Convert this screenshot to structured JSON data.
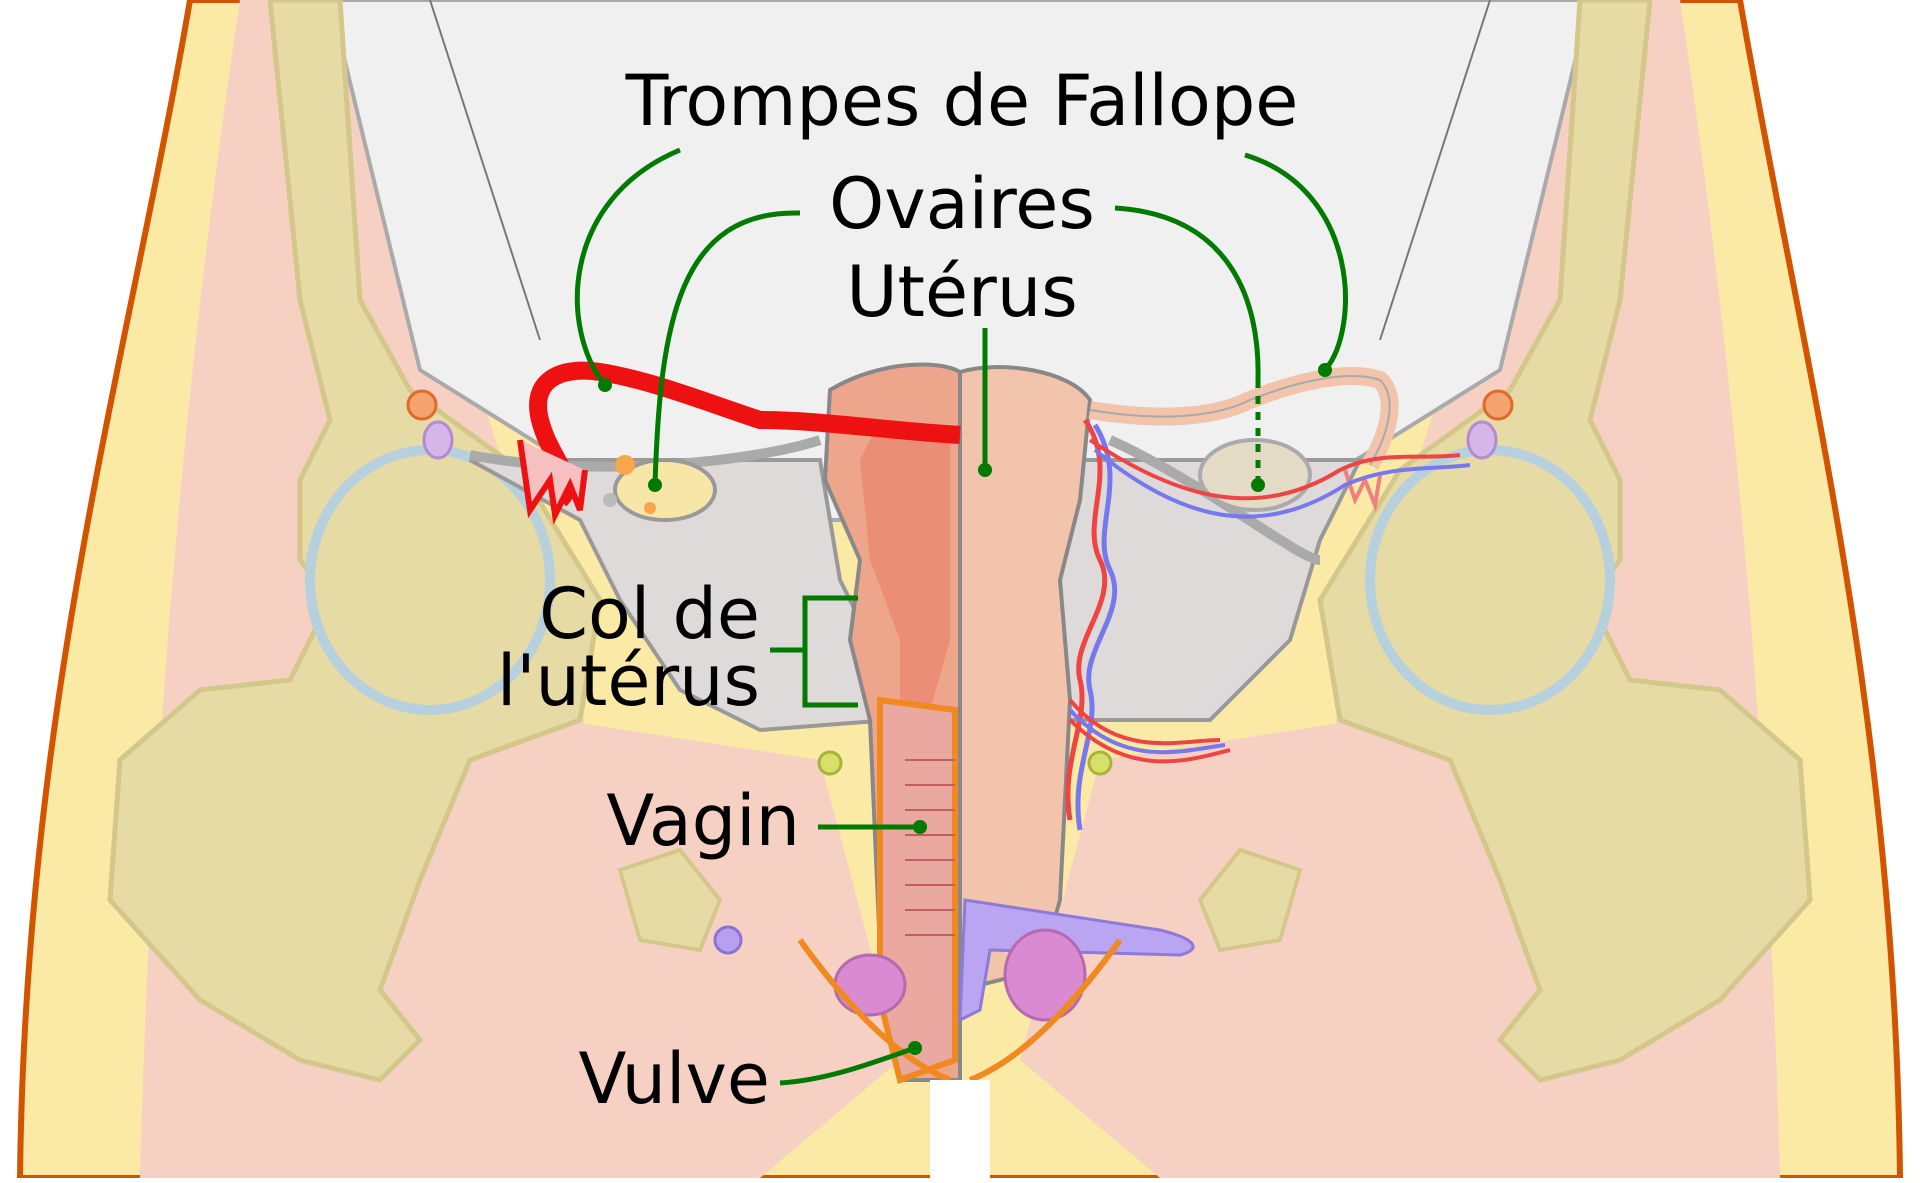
{
  "labels": {
    "fallopian_tubes": "Trompes de Fallope",
    "ovaries": "Ovaires",
    "uterus": "Utérus",
    "cervix_line1": "Col de",
    "cervix_line2": "l'utérus",
    "vagina": "Vagin",
    "vulva": "Vulve"
  },
  "colors": {
    "leader_line": "#007a00",
    "skin": "#fbe9a6",
    "muscle": "#f6d1c3",
    "bone": "#e6daa5",
    "peritoneum": "#f0f0f0",
    "ligament": "#dedad9",
    "uterus": "#eda58c",
    "artery": "#ee1111",
    "vein": "#7777ee",
    "outline": "#d35400"
  }
}
